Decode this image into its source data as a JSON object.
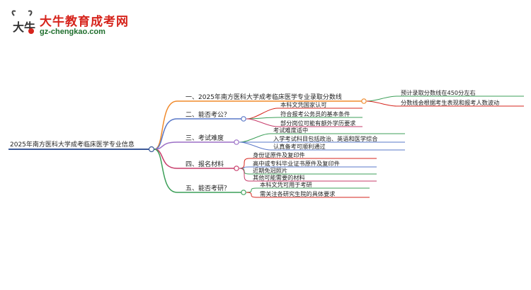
{
  "logo": {
    "title": "大牛教育成考网",
    "url": "gz-chengkao.com",
    "mark_text": "大牛"
  },
  "mindmap": {
    "root": "2025年南方医科大学成考临床医学专业信息",
    "branches": [
      {
        "label": "一、2025年南方医科大学成考临床医学专业录取分数线",
        "color": "#f08a2c",
        "children": [
          "预计录取分数线在450分左右",
          "分数线会根据考生表现和报考人数波动"
        ]
      },
      {
        "label": "二、能否考公？",
        "color": "#5a78c8",
        "children": [
          "本科文凭国家认可",
          "符合报考公务员的基本条件",
          "部分岗位可能有额外学历要求"
        ]
      },
      {
        "label": "三、考试难度",
        "color": "#9b6fc6",
        "children": [
          "考试难度适中",
          "入学考试科目包括政治、英语和医学综合",
          "认真备考可顺利通过"
        ]
      },
      {
        "label": "四、报名材料",
        "color": "#c73b6a",
        "children": [
          "身份证原件及复印件",
          "高中或专科毕业证书原件及复印件",
          "近期免冠照片",
          "其他可能需要的材料"
        ]
      },
      {
        "label": "五、能否考研？",
        "color": "#3c9f58",
        "children": [
          "本科文凭可用于考研",
          "需关注各研究生院的具体要求"
        ]
      }
    ],
    "child_colors": [
      [
        "#3c9f58",
        "#d6241c"
      ],
      [
        "#d6241c",
        "#3c9f58",
        "#c73b6a"
      ],
      [
        "#3c9f58",
        "#5a78c8",
        "#5a78c8"
      ],
      [
        "#d6241c",
        "#5a78c8",
        "#3c9f58",
        "#c73b6a"
      ],
      [
        "#3c9f58",
        "#d6241c"
      ]
    ],
    "root_color": "#3b5998"
  }
}
